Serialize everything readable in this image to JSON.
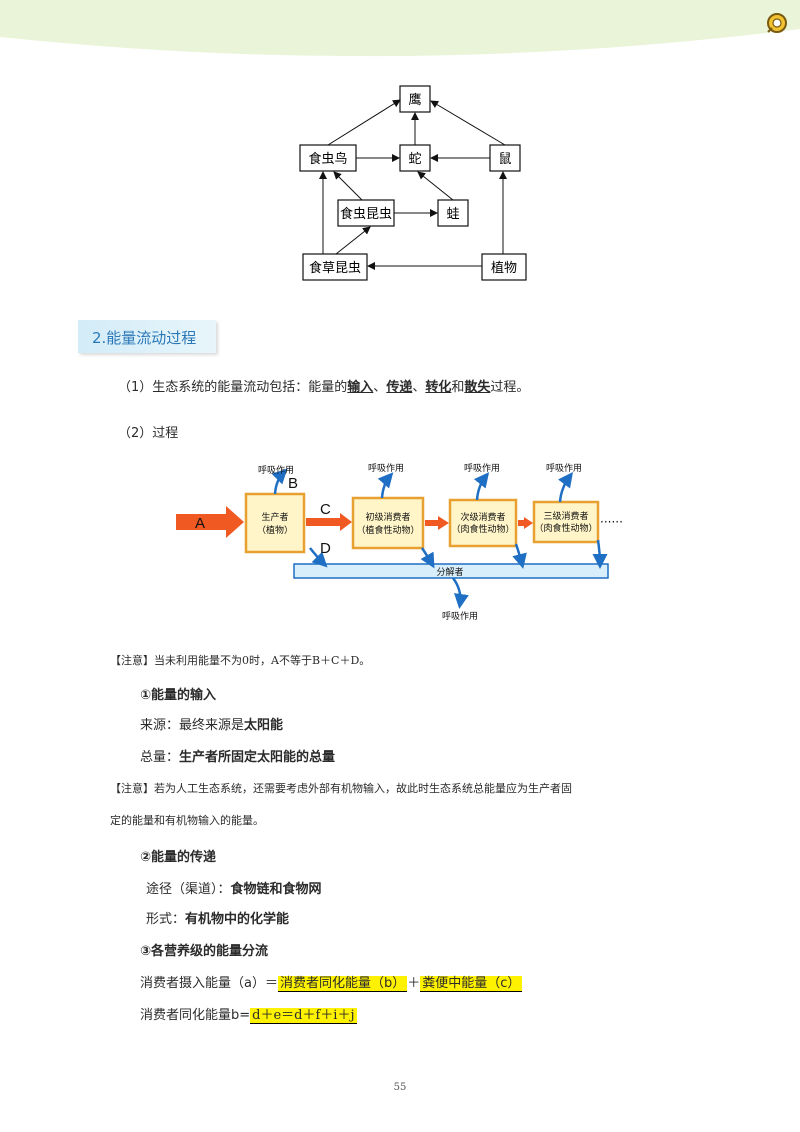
{
  "food_web": {
    "nodes": {
      "hawk": "鹰",
      "insect_bird": "食虫鸟",
      "snake": "蛇",
      "mouse": "鼠",
      "insect_eater": "食虫昆虫",
      "frog": "蛙",
      "herbivore_insect": "食草昆虫",
      "plant": "植物"
    }
  },
  "section": {
    "title": "2.能量流动过程"
  },
  "para1": {
    "prefix": "（1）生态系统的能量流动包括：能量的",
    "t1": "输入",
    "s1": "、",
    "t2": "传递",
    "s2": "、",
    "t3": "转化",
    "s3": "和",
    "t4": "散失",
    "suffix": "过程。"
  },
  "para2": "（2）过程",
  "flow_diagram": {
    "respiration": "呼吸作用",
    "A": "A",
    "B": "B",
    "C": "C",
    "D": "D",
    "producer_1": "生产者",
    "producer_2": "（植物）",
    "primary_1": "初级消费者",
    "primary_2": "（植食性动物）",
    "secondary_1": "次级消费者",
    "secondary_2": "（肉食性动物）",
    "tertiary_1": "三级消费者",
    "tertiary_2": "（肉食性动物）",
    "dots": "······",
    "decomposer": "分解者"
  },
  "note1": "【注意】当未利用能量不为0时，A不等于B＋C＋D。",
  "input": {
    "heading": "①能量的输入",
    "source_label": "来源：最终来源是",
    "source_value": "太阳能",
    "total_label": "总量：",
    "total_value": "生产者所固定太阳能的总量"
  },
  "note2": {
    "line1": "【注意】若为人工生态系统，还需要考虑外部有机物输入，故此时生态系统总能量应为生产者固",
    "line2": "定的能量和有机物输入的能量。"
  },
  "transfer": {
    "heading": "②能量的传递",
    "path_label": "途径（渠道）：",
    "path_value": "食物链和食物网",
    "form_label": "形式：",
    "form_value": "有机物中的化学能"
  },
  "flow_split": {
    "heading": "③各营养级的能量分流",
    "eq1_left": "消费者摄入能量（a）＝",
    "eq1_term1": "消费者同化能量（b）",
    "eq1_plus": "＋",
    "eq1_term2": "粪便中能量（c）",
    "eq2_left": "消费者同化能量b=",
    "eq2_right": "d＋e＝d＋f＋i＋j"
  },
  "page_number": "55",
  "colors": {
    "header_green": "#eaf4d8",
    "section_blue": "#2a78b8",
    "highlight": "#fff200",
    "arrow_orange": "#f05a22",
    "arrow_blue": "#1f6fc4",
    "box_fill": "#fff5c8",
    "box_border": "#e8a030",
    "decomposer_fill": "#d8eefa"
  },
  "icons": [
    "logo-badge-icon"
  ]
}
